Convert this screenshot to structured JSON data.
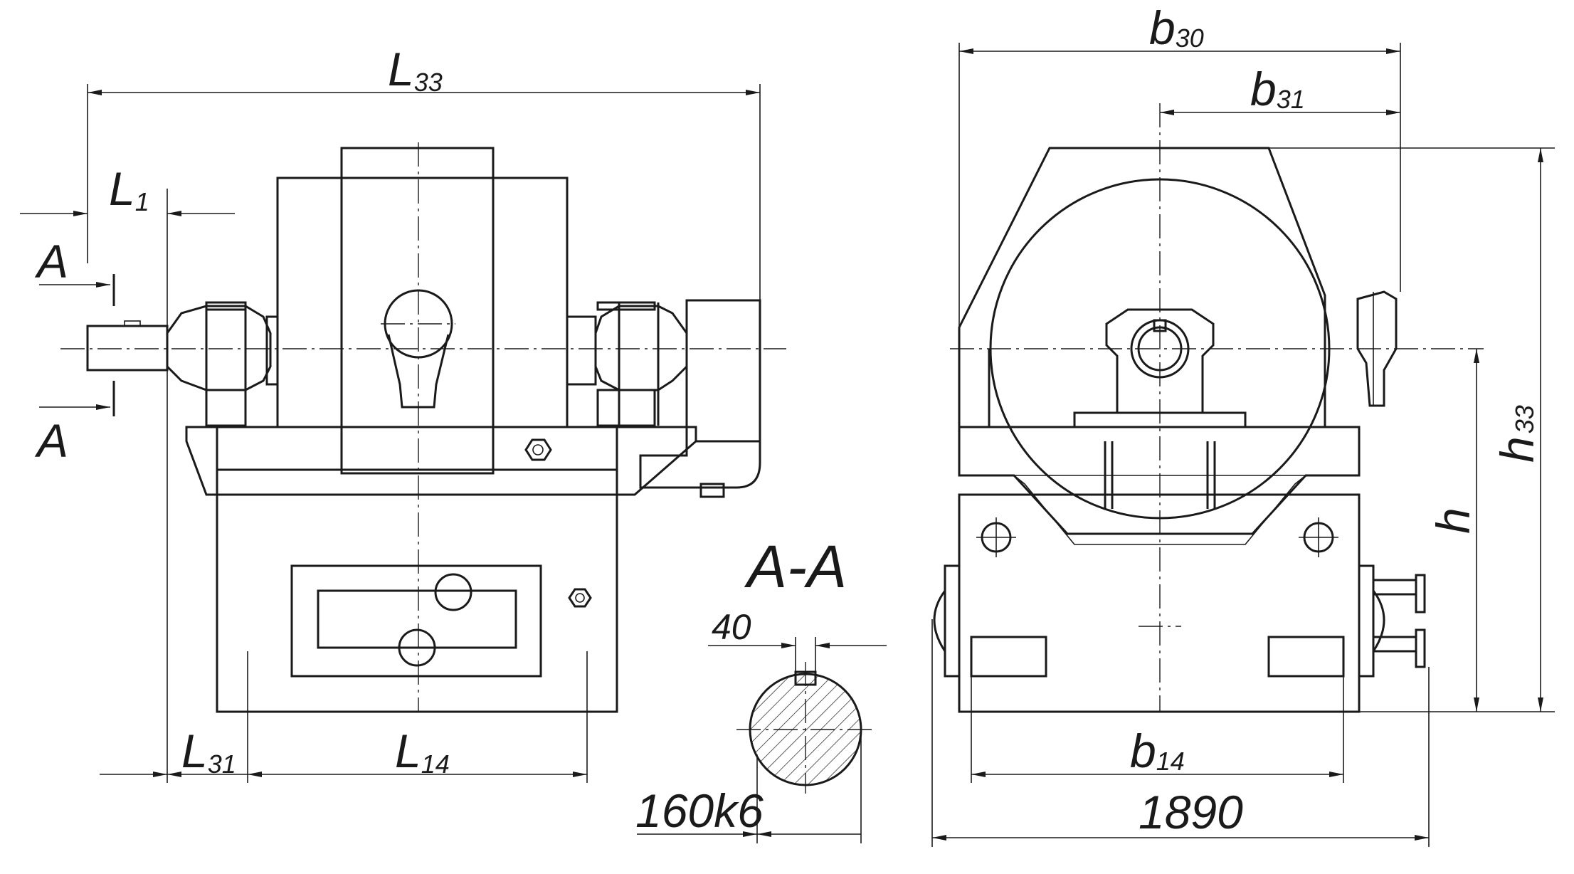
{
  "labels": {
    "L33": {
      "main": "L",
      "sub": "33"
    },
    "L1": {
      "main": "L",
      "sub": "1"
    },
    "L31": {
      "main": "L",
      "sub": "31"
    },
    "L14": {
      "main": "L",
      "sub": "14"
    },
    "b30": {
      "main": "b",
      "sub": "30"
    },
    "b31": {
      "main": "b",
      "sub": "31"
    },
    "b14": {
      "main": "b",
      "sub": "14"
    },
    "h33": {
      "main": "h",
      "sub": "33"
    },
    "h": "h",
    "section_mark_top": "A",
    "section_mark_bottom": "A",
    "section_title": "A-A",
    "key_width": "40",
    "shaft_diameter": "160k6",
    "overall_width": "1890"
  }
}
